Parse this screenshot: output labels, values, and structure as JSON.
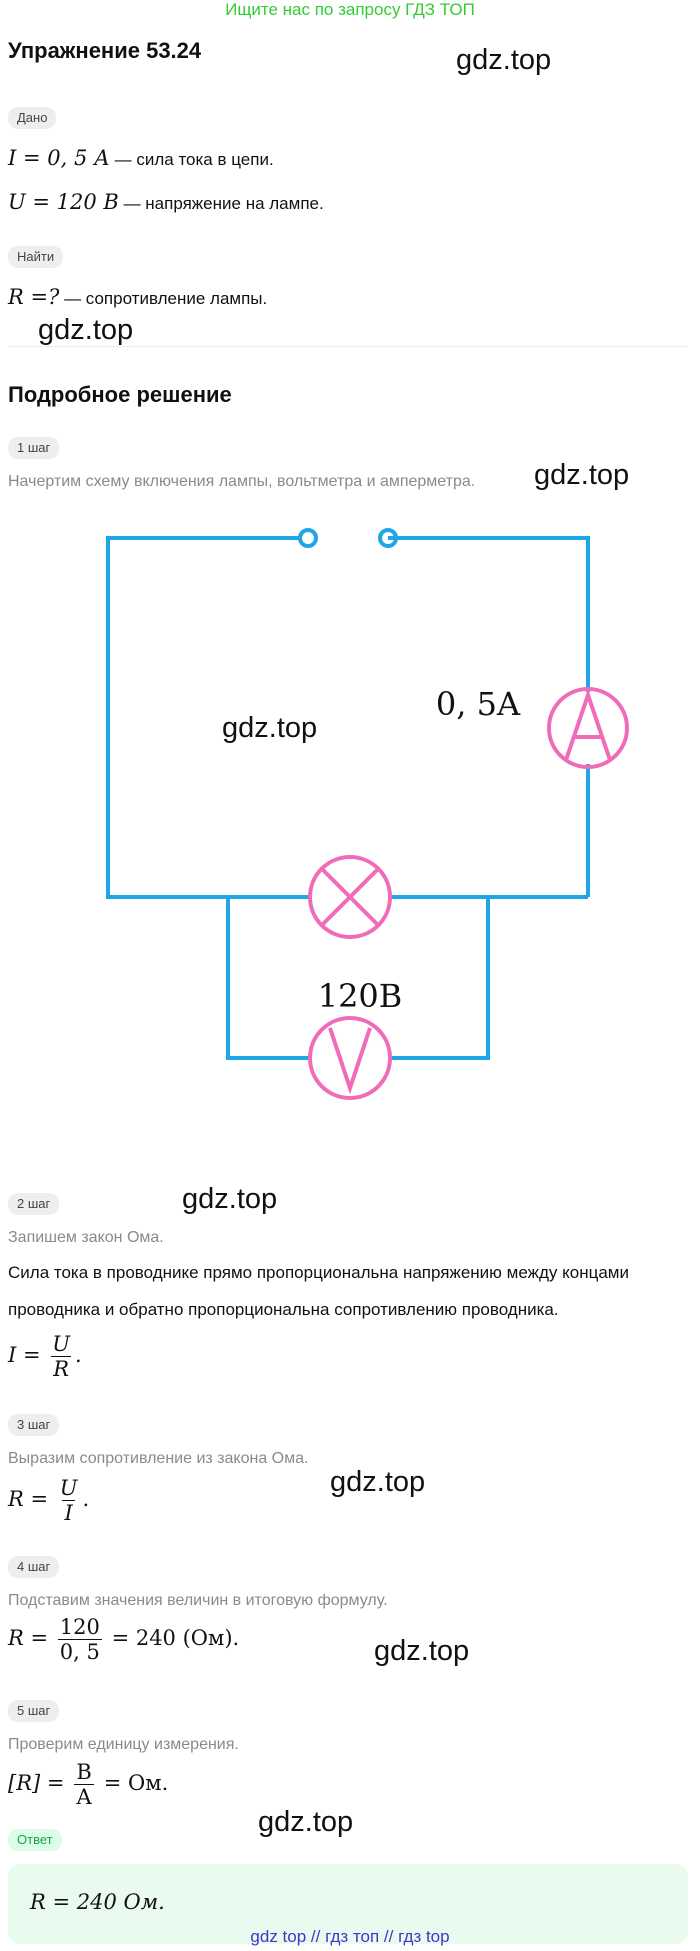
{
  "banner": "Ищите нас по запросу ГДЗ ТОП",
  "title": "Упражнение 53.24",
  "watermark": "gdz.top",
  "given": {
    "chip": "Дано",
    "line1_math": "I = 0, 5 А",
    "line1_text": " — сила тока в цепи.",
    "line2_math": "U = 120 В",
    "line2_text": " — напряжение на лампе."
  },
  "find": {
    "chip": "Найти",
    "line_math": "R =?",
    "line_text": " — сопротивление лампы."
  },
  "solution_title": "Подробное решение",
  "steps": [
    {
      "chip": "1 шаг",
      "note": "Начертим схему включения лампы, вольтметра и амперметра."
    },
    {
      "chip": "2 шаг",
      "note": "Запишем закон Ома.",
      "text1": "Сила тока в проводнике прямо пропорциональна напряжению между концами",
      "text2": "проводника и обратно пропорциональна сопротивлению проводника."
    },
    {
      "chip": "3 шаг",
      "note": "Выразим сопротивление из закона Ома."
    },
    {
      "chip": "4 шаг",
      "note": "Подставим значения величин в итоговую формулу."
    },
    {
      "chip": "5 шаг",
      "note": "Проверим единицу измерения."
    }
  ],
  "formulas": {
    "ohm_lhs": "I =",
    "ohm_num": "U",
    "ohm_den": "R",
    "ohm_end": ".",
    "r_lhs": "R =",
    "r_num": "U",
    "r_den": "I",
    "r_end": ".",
    "calc_lhs": "R =",
    "calc_num": "120",
    "calc_den": "0, 5",
    "calc_rhs": "= 240  (Ом).",
    "unit_lhs": "[R] =",
    "unit_num": "В",
    "unit_den": "А",
    "unit_rhs": "= Ом."
  },
  "diagram": {
    "ammeter_symbol": "A",
    "voltmeter_symbol": "V",
    "current_label": "0, 5A",
    "voltage_label": "120В",
    "wire_color": "#1ea7e4",
    "device_color": "#f06cb8"
  },
  "answer": {
    "chip": "Ответ",
    "text": "R = 240 Ом."
  },
  "footer": "gdz top  //  гдз топ  //  гдз top"
}
